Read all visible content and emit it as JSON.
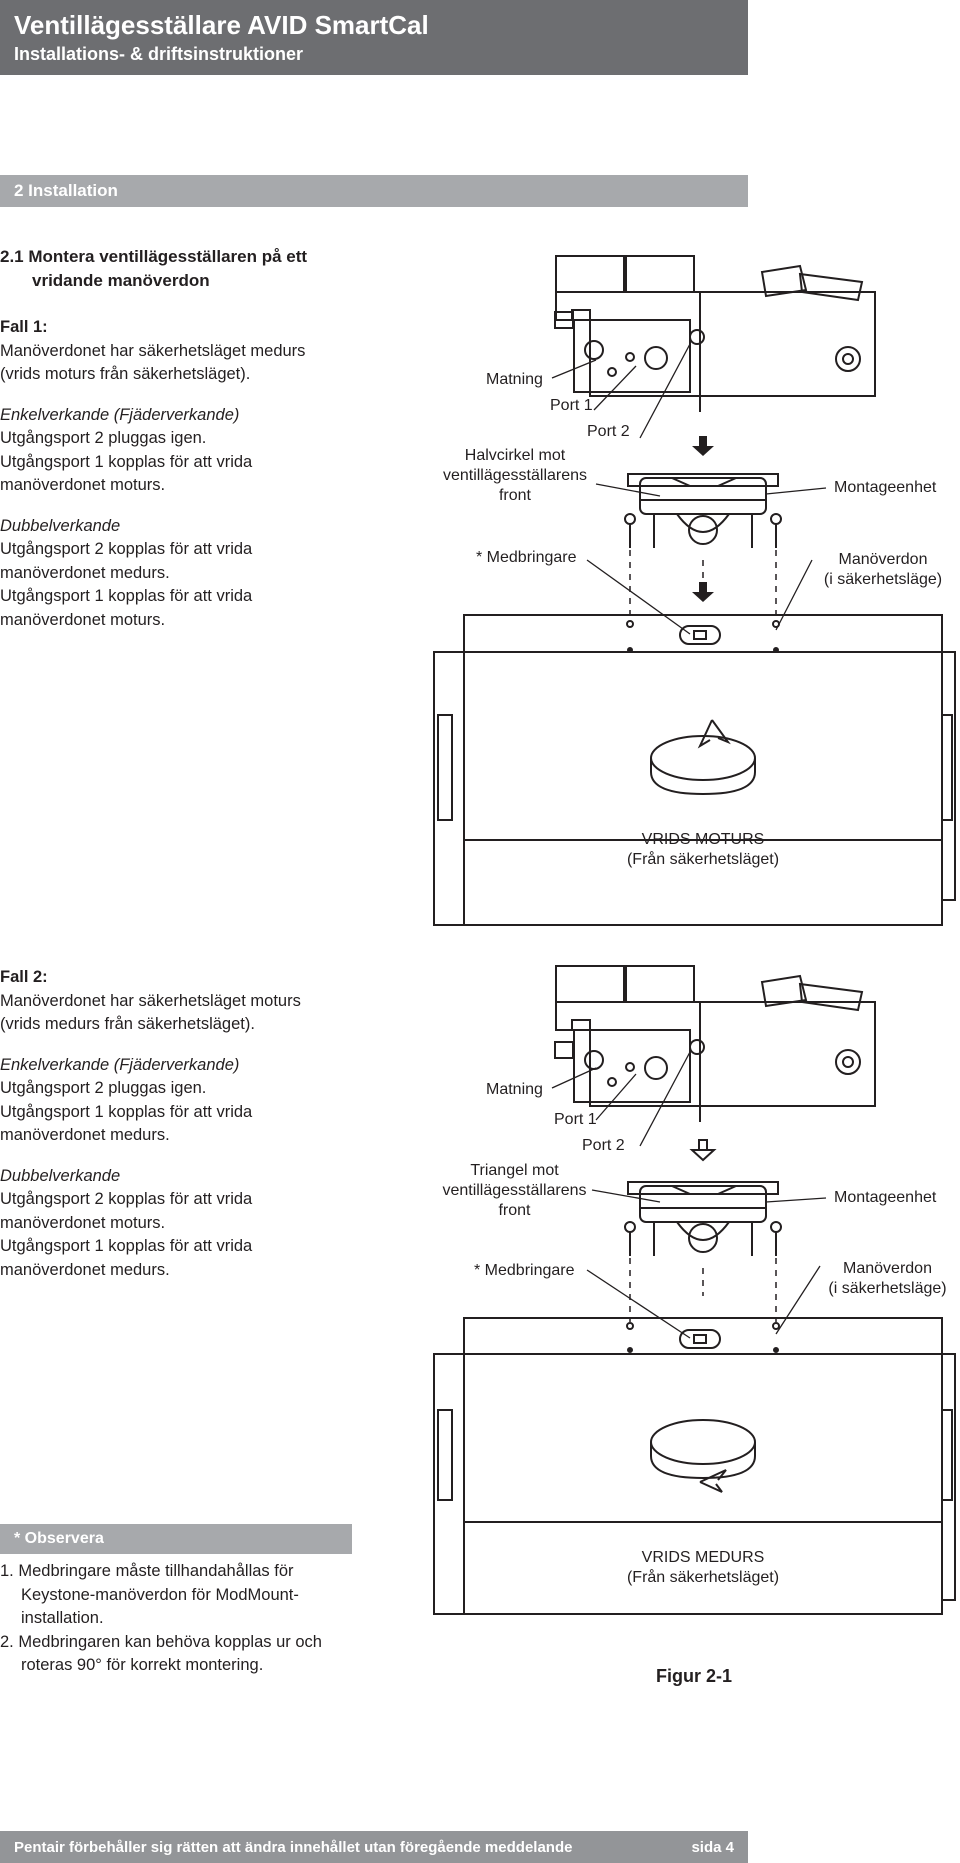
{
  "header": {
    "title": "Ventillägesställare AVID SmartCal",
    "subtitle": "Installations- & driftsinstruktioner"
  },
  "section": {
    "title": "2 Installation"
  },
  "subsection": {
    "title_line1": "2.1 Montera ventillägesställaren på ett",
    "title_line2": "vridande manöverdon"
  },
  "case1": {
    "heading": "Fall 1:",
    "desc": [
      "Manöverdonet har säkerhetsläget medurs",
      "(vrids moturs från säkerhetsläget)."
    ],
    "single_heading": "Enkelverkande (Fjäderverkande)",
    "single": [
      "Utgångsport 2 pluggas igen.",
      "Utgångsport 1 kopplas för att vrida",
      "manöverdonet moturs."
    ],
    "double_heading": "Dubbelverkande",
    "double": [
      "Utgångsport 2 kopplas för att vrida",
      "manöverdonet medurs.",
      "Utgångsport 1 kopplas för att vrida",
      "manöverdonet moturs."
    ]
  },
  "case2": {
    "heading": "Fall 2:",
    "desc": [
      "Manöverdonet har säkerhetsläget moturs",
      "(vrids medurs från säkerhetsläget)."
    ],
    "single_heading": "Enkelverkande (Fjäderverkande)",
    "single": [
      "Utgångsport 2 pluggas igen.",
      "Utgångsport 1 kopplas för att vrida",
      "manöverdonet medurs."
    ],
    "double_heading": "Dubbelverkande",
    "double": [
      "Utgångsport 2 kopplas för att vrida",
      "manöverdonet moturs.",
      "Utgångsport 1 kopplas för att vrida",
      "manöverdonet medurs."
    ]
  },
  "figure1": {
    "matning": "Matning",
    "port1": "Port 1",
    "port2": "Port 2",
    "halfcircle": [
      "Halvcirkel mot",
      "ventillägesställarens",
      "front"
    ],
    "montage": "Montageenhet",
    "medbringare": "* Medbringare",
    "manoverdon": [
      "Manöverdon",
      "(i säkerhetsläge)"
    ],
    "rotation": [
      "VRIDS MOTURS",
      "(Från säkerhetsläget)"
    ]
  },
  "figure2": {
    "matning": "Matning",
    "port1": "Port 1",
    "port2": "Port 2",
    "triangle": [
      "Triangel mot",
      "ventillägesställarens",
      "front"
    ],
    "montage": "Montageenhet",
    "medbringare": "* Medbringare",
    "manoverdon": [
      "Manöverdon",
      "(i säkerhetsläge)"
    ],
    "rotation": [
      "VRIDS MEDURS",
      "(Från säkerhetsläget)"
    ],
    "caption": "Figur 2-1"
  },
  "note": {
    "heading": "* Observera",
    "items": [
      "1. Medbringare måste tillhandahållas för",
      "Keystone-manöverdon för ModMount-",
      "installation.",
      "2. Medbringaren kan behöva kopplas ur och",
      "roteras 90° för korrekt montering."
    ]
  },
  "footer": {
    "text": "Pentair förbehåller sig rätten att ändra innehållet utan föregående meddelande",
    "page": "sida 4"
  }
}
